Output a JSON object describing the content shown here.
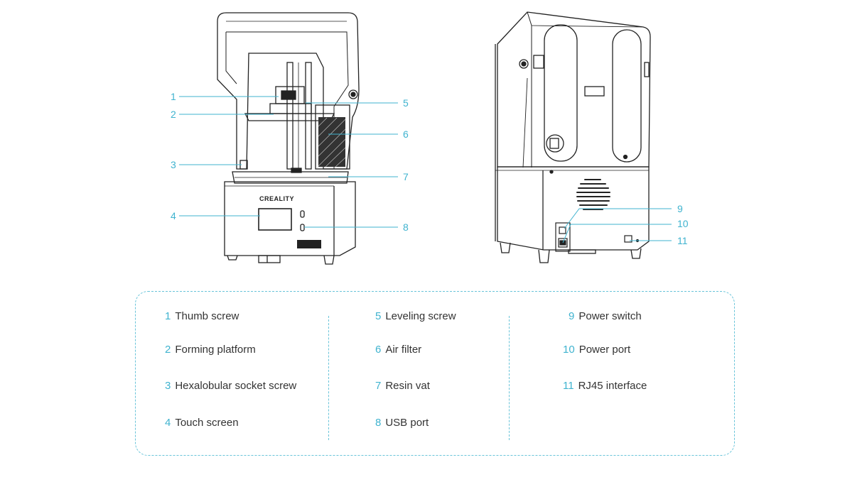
{
  "brand_logo_text": "CREALITY",
  "callouts": {
    "front": [
      "1",
      "2",
      "3",
      "4",
      "5",
      "6",
      "7",
      "8"
    ],
    "back": [
      "9",
      "10",
      "11"
    ]
  },
  "legend": {
    "columns": [
      [
        {
          "num": "1",
          "label": "Thumb screw"
        },
        {
          "num": "2",
          "label": "Forming platform"
        },
        {
          "num": "3",
          "label": "Hexalobular socket screw"
        },
        {
          "num": "4",
          "label": "Touch screen"
        }
      ],
      [
        {
          "num": "5",
          "label": "Leveling screw"
        },
        {
          "num": "6",
          "label": "Air filter"
        },
        {
          "num": "7",
          "label": "Resin vat"
        },
        {
          "num": "8",
          "label": "USB port"
        }
      ],
      [
        {
          "num": "9",
          "label": "Power switch"
        },
        {
          "num": "10",
          "label": "Power port"
        },
        {
          "num": "11",
          "label": "RJ45 interface"
        }
      ]
    ]
  },
  "colors": {
    "accent": "#3fb3cf",
    "line": "#222222",
    "border": "#69c4d9"
  }
}
